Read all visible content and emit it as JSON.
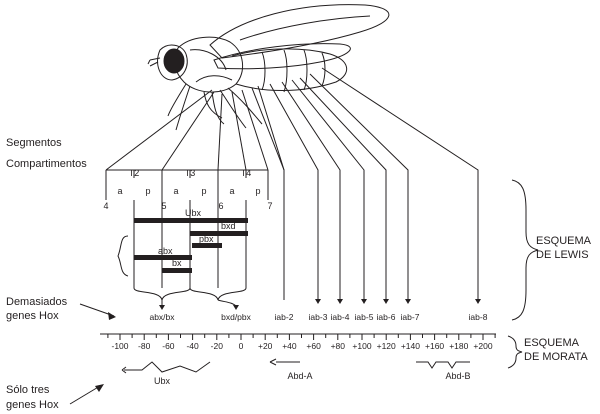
{
  "labels": {
    "segmentos": "Segmentos",
    "compartimentos": "Compartimentos",
    "demasiados_1": "Demasiados",
    "demasiados_2": "genes Hox",
    "solo_1": "Sólo tres",
    "solo_2": "genes Hox",
    "lewis_1": "ESQUEMA",
    "lewis_2": "DE LEWIS",
    "morata_1": "ESQUEMA",
    "morata_2": "DE MORATA"
  },
  "segments": {
    "names": [
      "T2",
      "T3",
      "T4"
    ],
    "compartments": [
      "a",
      "p",
      "a",
      "p",
      "a",
      "p"
    ],
    "numbers": [
      "4",
      "5",
      "6",
      "7"
    ]
  },
  "bars": {
    "ubx": "Ubx",
    "bxd": "bxd",
    "pbx": "pbx",
    "abx": "abx",
    "bx": "bx"
  },
  "bottom_labels": [
    "abx/bx",
    "bxd/pbx",
    "iab-2",
    "iab-3",
    "iab-4",
    "iab-5",
    "iab-6",
    "iab-7",
    "iab-8"
  ],
  "scale": {
    "ticks": [
      "-100",
      "-80",
      "-60",
      "-40",
      "-20",
      "0",
      "+20",
      "+40",
      "+60",
      "+80",
      "+100",
      "+120",
      "+140",
      "+160",
      "+180",
      "+200"
    ]
  },
  "morata": {
    "ubx": "Ubx",
    "abd_a": "Abd-A",
    "abd_b": "Abd-B"
  }
}
